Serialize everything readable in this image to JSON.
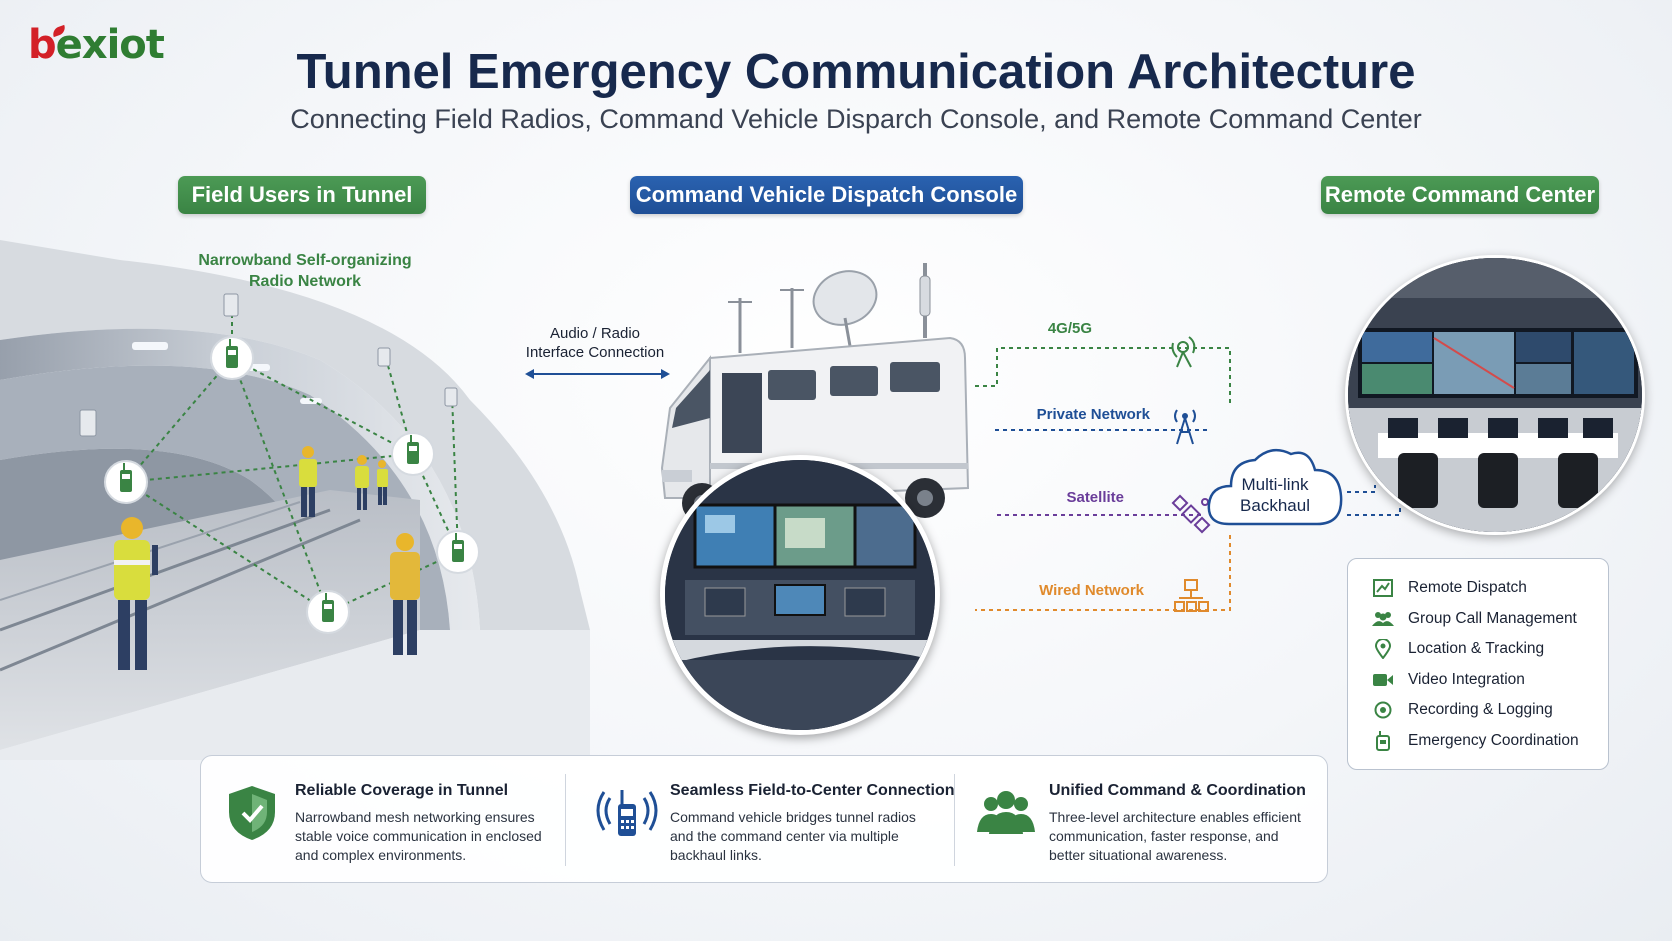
{
  "brand": {
    "logo_b": "b",
    "logo_rest": "exiot"
  },
  "header": {
    "title": "Tunnel Emergency Communication Architecture",
    "subtitle": "Connecting Field Radios, Command Vehicle Disparch Console, and Remote Command Center"
  },
  "sections": {
    "field": "Field Users in Tunnel",
    "vehicle": "Command Vehicle Dispatch Console",
    "remote": "Remote Command Center"
  },
  "tunnel": {
    "network_label_1": "Narrowband Self-organizing",
    "network_label_2": "Radio Network"
  },
  "interface": {
    "line_1": "Audio / Radio",
    "line_2": "Interface Connection"
  },
  "backhaul": {
    "links": [
      {
        "label": "4G/5G",
        "color": "#3a8444",
        "icon": "signal-tower-icon"
      },
      {
        "label": "Private Network",
        "color": "#1f4f96",
        "icon": "antenna-icon"
      },
      {
        "label": "Satellite",
        "color": "#6a3d9a",
        "icon": "satellite-icon"
      },
      {
        "label": "Wired Network",
        "color": "#e08a2c",
        "icon": "network-topology-icon"
      }
    ],
    "cloud_line_1": "Multi-link",
    "cloud_line_2": "Backhaul"
  },
  "features": [
    {
      "label": "Remote Dispatch",
      "icon": "dispatch-map-icon"
    },
    {
      "label": "Group Call Management",
      "icon": "users-group-icon"
    },
    {
      "label": "Location & Tracking",
      "icon": "location-pin-icon"
    },
    {
      "label": "Video Integration",
      "icon": "video-camera-icon"
    },
    {
      "label": "Recording & Logging",
      "icon": "recording-icon"
    },
    {
      "label": "Emergency Coordination",
      "icon": "emergency-radio-icon"
    }
  ],
  "benefits": [
    {
      "title": "Reliable Coverage in Tunnel",
      "lines": [
        "Narrowband mesh networking ensures",
        "stable voice communication in enclosed",
        "and complex environments."
      ],
      "icon": "shield-icon"
    },
    {
      "title": "Seamless Field-to-Center Connection",
      "lines": [
        "Command vehicle bridges tunnel radios",
        "and the command center via multiple",
        "backhaul links."
      ],
      "icon": "radio-signal-icon"
    },
    {
      "title": "Unified Command & Coordination",
      "lines": [
        "Three-level architecture enables efficient",
        "communication, faster response, and",
        "better situational awareness."
      ],
      "icon": "team-icon"
    }
  ],
  "colors": {
    "green": "#3a8444",
    "blue": "#1f4f96",
    "navy": "#17294d",
    "purple": "#6a3d9a",
    "orange": "#e08a2c"
  }
}
